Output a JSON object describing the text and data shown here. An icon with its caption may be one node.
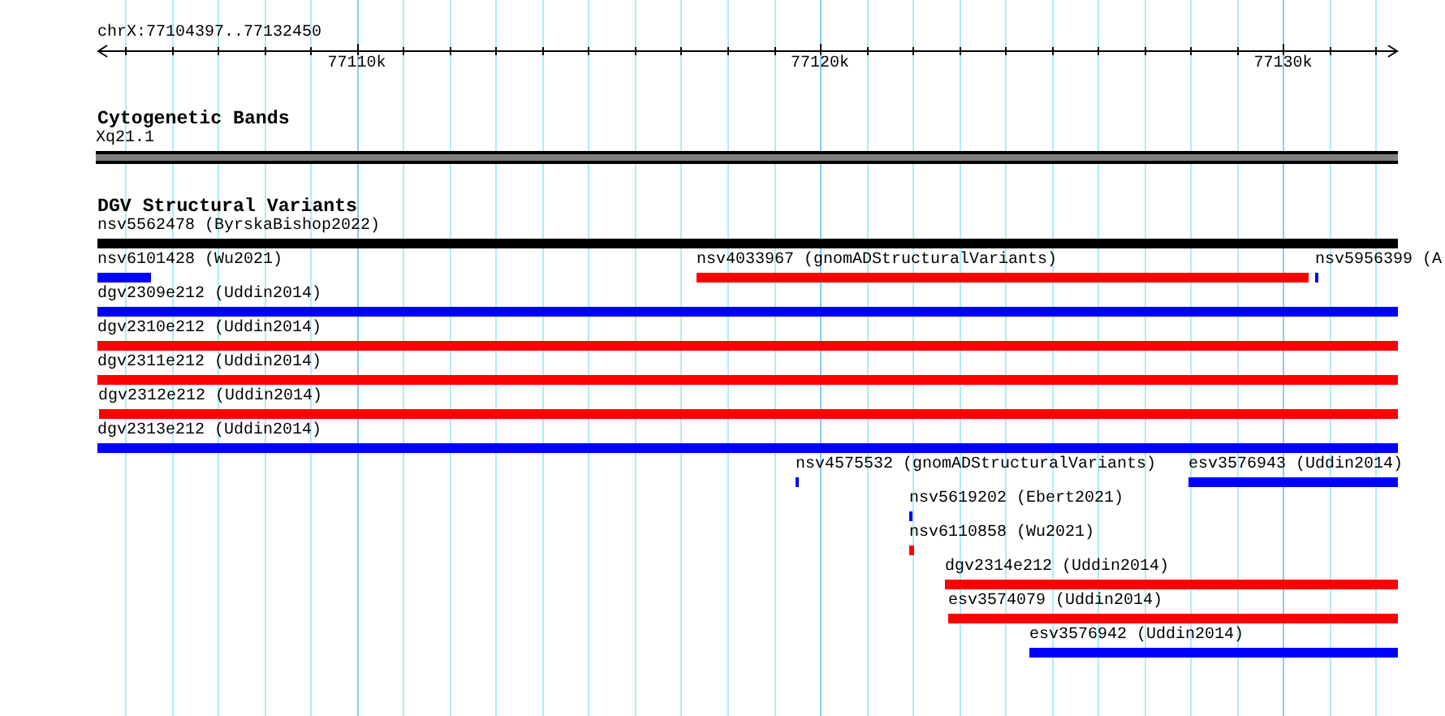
{
  "diagram": {
    "nodes": [
      {
        "text": [
          "Xq21.1"
        ]
      },
      {
        "text": [
          "nsv5562478 (ByrskaBishop2022)"
        ]
      },
      {
        "text": [
          "nsv6101428 (Wu2021)"
        ]
      },
      {
        "text": [
          "nsv4033967 (gnomADStructuralVariants)"
        ]
      },
      {
        "text": [
          "nsv5956399 (A"
        ]
      },
      {
        "text": [
          "dgv2309e212 (Uddin2014)"
        ]
      },
      {
        "text": [
          "dgv2310e212 (Uddin2014)"
        ]
      },
      {
        "text": [
          "dgv2311e212 (Uddin2014)"
        ]
      },
      {
        "text": [
          "dgv2312e212 (Uddin2014)"
        ]
      },
      {
        "text": [
          "dgv2313e212 (Uddin2014)"
        ]
      },
      {
        "text": [
          "nsv4575532 (gnomADStructuralVariants)"
        ]
      },
      {
        "text": [
          "esv3576943 (Uddin2014)"
        ]
      },
      {
        "text": [
          "nsv5619202 (Ebert2021)"
        ]
      },
      {
        "text": [
          "nsv6110858 (Wu2021)"
        ]
      },
      {
        "text": [
          "dgv2314e212 (Uddin2014)"
        ]
      },
      {
        "text": [
          "esv3574079 (Uddin2014)"
        ]
      },
      {
        "text": [
          "esv3576942 (Uddin2014)"
        ]
      }
    ],
    "labels": [
      "chrX:77104397..77132450",
      "77110k",
      "77120k",
      "77130k",
      "Cytogenetic Bands",
      "DGV Structural Variants"
    ]
  }
}
